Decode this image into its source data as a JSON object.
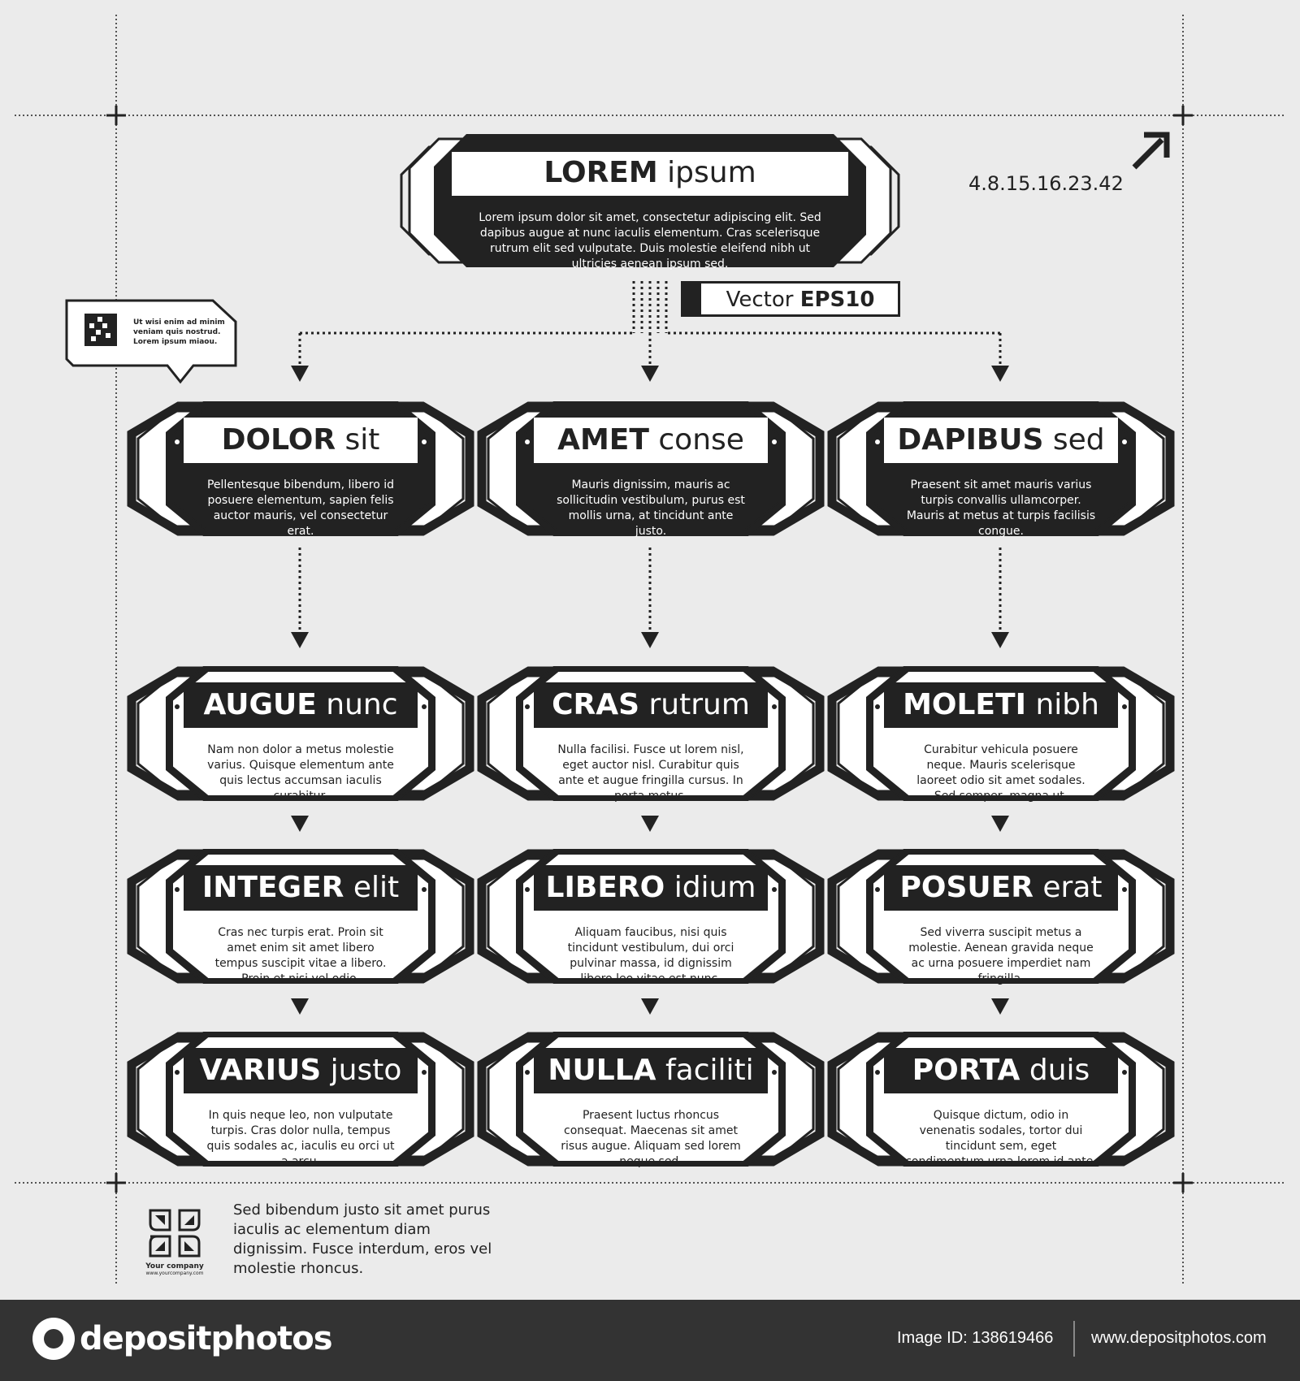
{
  "colors": {
    "ink": "#222222",
    "paper": "#ffffff",
    "background": "#ebebeb",
    "footer_bar": "#333333"
  },
  "root": {
    "bold": "LOREM",
    "rest": "ipsum",
    "desc": "Lorem ipsum dolor sit amet, consectetur adipiscing elit. Sed dapibus augue at nunc iaculis elementum. Cras scelerisque rutrum elit sed vulputate. Duis molestie eleifend nibh ut ultricies aenean ipsum sed."
  },
  "version_code": "4.8.15.16.23.42",
  "badge": {
    "prefix": "Vector",
    "bold": "EPS10"
  },
  "bubble_text": "Ut wisi enim ad minim veniam quis nostrud. Lorem ipsum miaou.",
  "level1": [
    {
      "bold": "DOLOR",
      "rest": "sit",
      "desc": "Pellentesque bibendum, libero id posuere elementum, sapien felis auctor mauris, vel consectetur erat."
    },
    {
      "bold": "AMET",
      "rest": "conse",
      "desc": "Mauris dignissim, mauris ac sollicitudin vestibulum, purus est mollis urna, at tincidunt ante justo."
    },
    {
      "bold": "DAPIBUS",
      "rest": "sed",
      "desc": "Praesent sit amet mauris varius turpis convallis ullamcorper. Mauris at metus at turpis facilisis congue."
    }
  ],
  "level2": [
    {
      "bold": "AUGUE",
      "rest": "nunc",
      "desc": "Nam non dolor a metus molestie varius. Quisque elementum ante quis lectus accumsan iaculis curabitur."
    },
    {
      "bold": "CRAS",
      "rest": "rutrum",
      "desc": "Nulla facilisi. Fusce ut lorem nisl, eget auctor nisl. Curabitur quis ante et augue fringilla cursus. In porta metus."
    },
    {
      "bold": "MOLETI",
      "rest": "nibh",
      "desc": "Curabitur vehicula posuere neque. Mauris scelerisque laoreet odio sit amet sodales. Sed semper, magna ut."
    }
  ],
  "level3": [
    {
      "bold": "INTEGER",
      "rest": "elit",
      "desc": "Cras nec turpis erat. Proin sit amet enim sit amet libero tempus suscipit vitae a libero. Proin et nisi vel odio."
    },
    {
      "bold": "LIBERO",
      "rest": "idium",
      "desc": "Aliquam faucibus, nisi quis tincidunt vestibulum, dui orci pulvinar massa, id dignissim libero leo vitae est nunc."
    },
    {
      "bold": "POSUER",
      "rest": "erat",
      "desc": "Sed viverra suscipit metus a molestie. Aenean gravida neque ac urna posuere imperdiet nam fringilla."
    }
  ],
  "level4": [
    {
      "bold": "VARIUS",
      "rest": "justo",
      "desc": "In quis neque leo, non vulputate turpis. Cras dolor nulla, tempus quis sodales ac, iaculis eu orci ut a arcu."
    },
    {
      "bold": "NULLA",
      "rest": "faciliti",
      "desc": "Praesent luctus rhoncus consequat. Maecenas sit amet risus augue. Aliquam sed lorem neque sed."
    },
    {
      "bold": "PORTA",
      "rest": "duis",
      "desc": "Quisque dictum, odio in venenatis sodales, tortor dui tincidunt sem, eget condimentum urna lorem id ante."
    }
  ],
  "footer_text": "Sed bibendum justo sit amet purus iaculis ac elementum diam dignissim. Fusce interdum, eros vel molestie rhoncus.",
  "company": {
    "name": "Your company",
    "url": "www.yourcompany.com"
  },
  "watermark_bar": {
    "logo_text": "depositphotos",
    "image_id": "Image ID: 138619466",
    "site": "www.depositphotos.com"
  }
}
